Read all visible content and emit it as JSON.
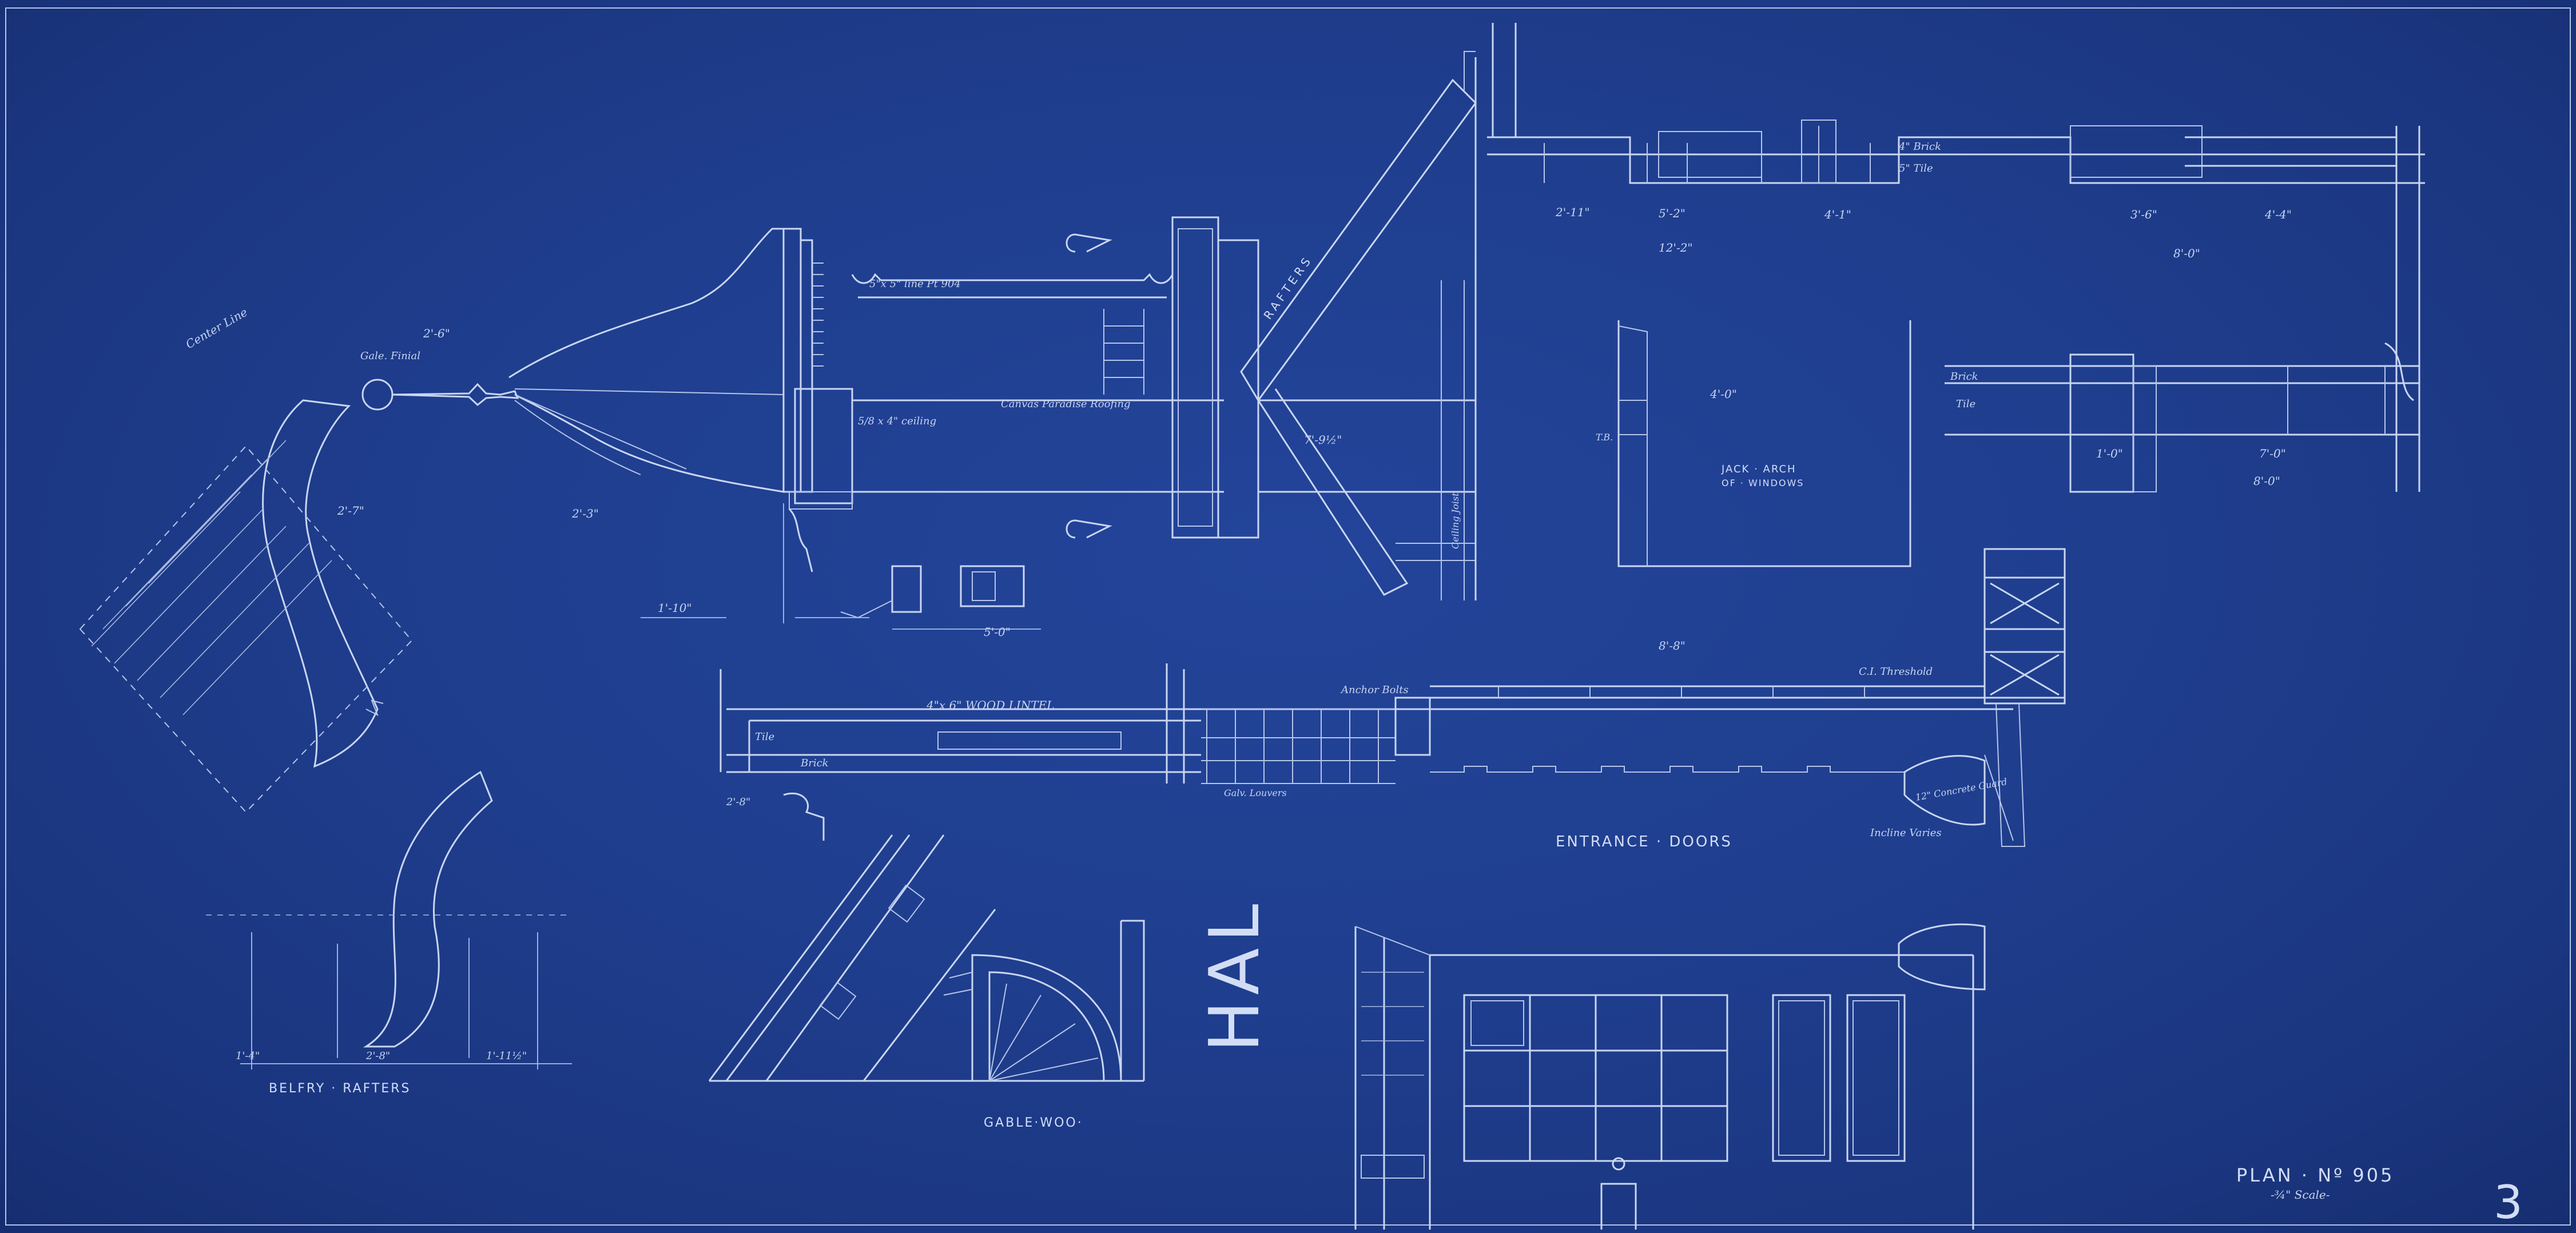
{
  "colors": {
    "paper": "#1f3e8e",
    "ink": "#c9d6f2"
  },
  "sheet": {
    "plan_label": "PLAN · Nº 905",
    "scale_label": "-¾\" Scale-",
    "sheet_number": "3"
  },
  "titles": {
    "belfry_rafters": "BELFRY · RAFTERS",
    "gable_woo": "GABLE·WOO·",
    "entrance_doors": "ENTRANCE · DOORS",
    "jack_arch": "JACK · ARCH",
    "of_windows": "OF · WINDOWS",
    "hal": "HAL"
  },
  "notes": {
    "center_line": "Center Line",
    "gale_finial": "Gale. Finial",
    "copper_roofing": "Canvas Paradise Roofing",
    "ceiling": "5/8 x 4\" ceiling",
    "wood_lintel": "4\"x 6\" WOOD LINTEL",
    "tile": "Tile",
    "brick": "Brick",
    "anchor_bolts": "Anchor Bolts",
    "ct_threshold": "C.I. Threshold",
    "concrete_guard": "12\" Concrete Guard",
    "incline_varies": "Incline Varies",
    "galv_louvers": "Galv. Louvers",
    "rafters": "RAFTERS",
    "four_brick": "4\" Brick",
    "five_tile": "5\" Tile",
    "ceiling_joist": "Ceiling Joist",
    "line_post": "5\"x 5\" line Pt 904",
    "tb": "T.B."
  },
  "dimensions": {
    "d_2_6": "2'-6\"",
    "d_2_3": "2'-3\"",
    "d_2_7": "2'-7\"",
    "d_1_10": "1'-10\"",
    "d_5_0": "5'-0\"",
    "d_2_11": "2'-11\"",
    "d_5_2": "5'-2\"",
    "d_12_2": "12'-2\"",
    "d_4_1": "4'-1\"",
    "d_3_6": "3'-6\"",
    "d_4_4": "4'-4\"",
    "d_8_0": "8'-0\"",
    "d_4_0": "4'-0\"",
    "d_7_0": "7'-0\"",
    "d_1_0": "1'-0\"",
    "d_8_8": "8'-8\"",
    "d_2_8": "2'-8\"",
    "d_7_9": "7'-9½\"",
    "d_1_4": "1'-4\"",
    "d_2_8b": "2'-8\"",
    "d_1_11": "1'-11½\""
  }
}
